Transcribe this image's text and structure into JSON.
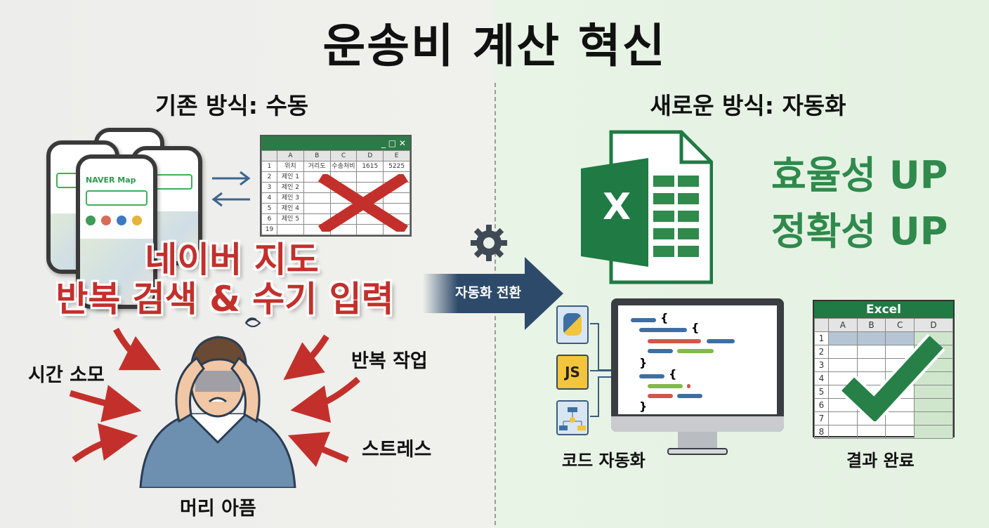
{
  "title": "운송비 계산 혁신",
  "left": {
    "heading": "기존 방식: 수동",
    "phone_app_name": "NAVER Map",
    "spreadsheet": {
      "columns": [
        "A",
        "B",
        "C",
        "D",
        "E"
      ],
      "rows": [
        [
          "1",
          "위치",
          "거리도",
          "수송처비",
          "1615",
          "5225"
        ],
        [
          "2",
          "제인 1",
          "",
          "",
          "",
          ""
        ],
        [
          "3",
          "제인 2",
          "",
          "",
          "",
          ""
        ],
        [
          "4",
          "제인 3",
          "",
          "",
          "",
          ""
        ],
        [
          "5",
          "제인 4",
          "",
          "",
          "",
          ""
        ],
        [
          "6",
          "제인 5",
          "",
          "",
          "",
          ""
        ],
        [
          "19",
          "",
          "",
          "",
          "",
          ""
        ]
      ]
    },
    "overlay_line1": "네이버 지도",
    "overlay_line2": "반복 검색 & 수기 입력",
    "pain_points": {
      "time": "시간 소모",
      "repeat": "반복 작업",
      "stress": "스트레스",
      "headache": "머리 아픔"
    }
  },
  "transition": {
    "label": "자동화 전환",
    "icon": "gear-icon"
  },
  "right": {
    "heading": "새로운 방식: 자동화",
    "benefit1": "효율성 UP",
    "benefit2": "정확성 UP",
    "code_caption": "코드 자동화",
    "code_file_icons": [
      "python-icon",
      "js-icon",
      "flowchart-icon"
    ],
    "js_label": "JS",
    "excel_result": {
      "title": "Excel",
      "columns": [
        "A",
        "B",
        "C",
        "D"
      ],
      "rows": [
        "1",
        "2",
        "3",
        "4",
        "5",
        "6",
        "7",
        "8"
      ]
    },
    "result_caption": "결과 완료",
    "excel_logo_letter": "X"
  },
  "colors": {
    "accent_red": "#c3302b",
    "accent_green": "#2f8a4c",
    "transition_blue": "#2d4a6a",
    "excel_green": "#1f7a43"
  }
}
